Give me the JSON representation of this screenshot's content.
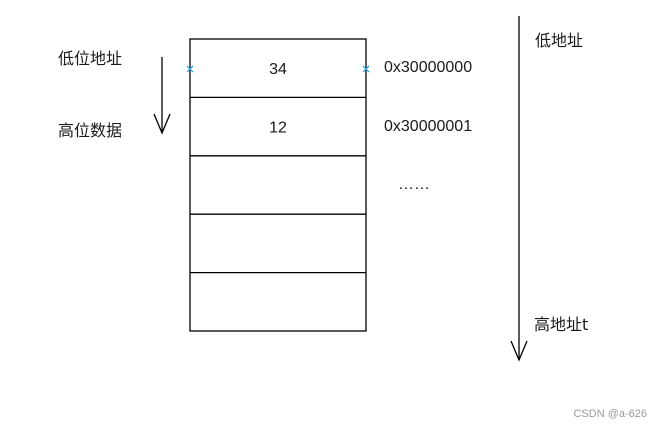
{
  "left_labels": {
    "top": "低位地址",
    "bottom": "高位数据"
  },
  "cells": [
    "34",
    "12",
    "",
    "",
    ""
  ],
  "addresses": [
    "0x30000000",
    "0x30000001"
  ],
  "ellipsis": "……",
  "right_labels": {
    "top": "低地址",
    "bottom": "高地址t"
  },
  "watermark": "CSDN @a-626",
  "colors": {
    "line": "#000000",
    "marker": "#3ba7e0"
  }
}
